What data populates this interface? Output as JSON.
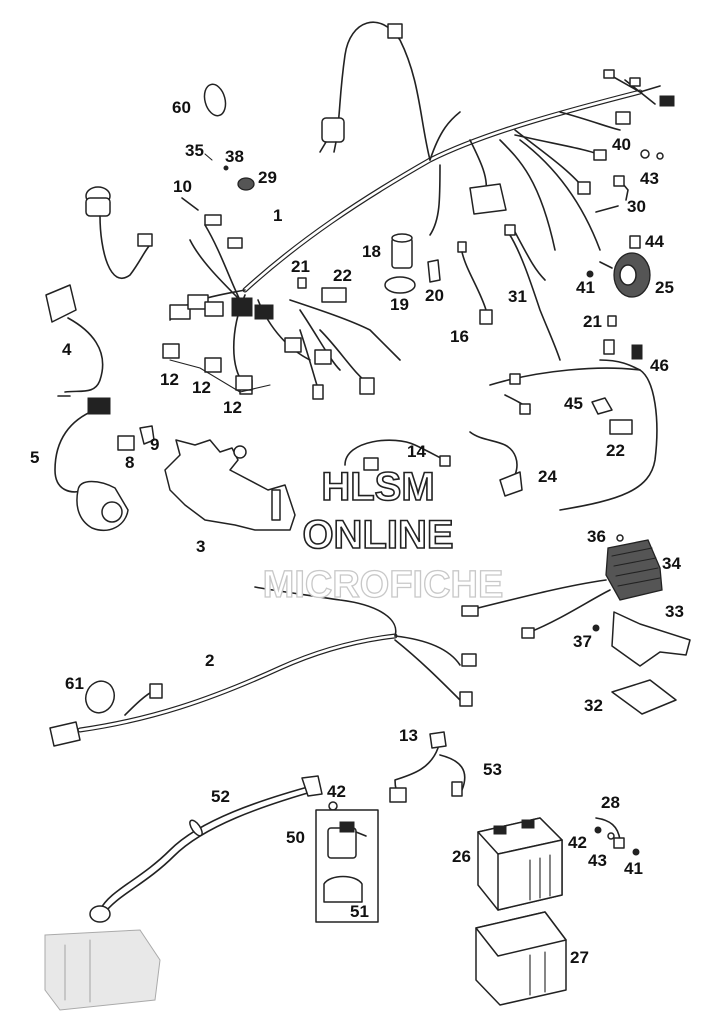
{
  "watermark": {
    "line1": "HLSM",
    "line2": "ONLINE",
    "line3": "MICROFICHE"
  },
  "callouts": {
    "c1": "1",
    "c2": "2",
    "c3": "3",
    "c4": "4",
    "c5": "5",
    "c8": "8",
    "c9": "9",
    "c10": "10",
    "c12a": "12",
    "c12b": "12",
    "c12c": "12",
    "c13": "13",
    "c14": "14",
    "c16": "16",
    "c18": "18",
    "c19": "19",
    "c20": "20",
    "c21a": "21",
    "c21b": "21",
    "c22a": "22",
    "c22b": "22",
    "c24": "24",
    "c25": "25",
    "c26": "26",
    "c27": "27",
    "c28": "28",
    "c29": "29",
    "c30": "30",
    "c31": "31",
    "c32": "32",
    "c33": "33",
    "c34": "34",
    "c35": "35",
    "c36": "36",
    "c37": "37",
    "c38": "38",
    "c40": "40",
    "c41a": "41",
    "c41b": "41",
    "c42a": "42",
    "c42b": "42",
    "c43a": "43",
    "c43b": "43",
    "c44": "44",
    "c45": "45",
    "c46": "46",
    "c50": "50",
    "c51": "51",
    "c52": "52",
    "c53": "53",
    "c60": "60",
    "c61": "61"
  }
}
